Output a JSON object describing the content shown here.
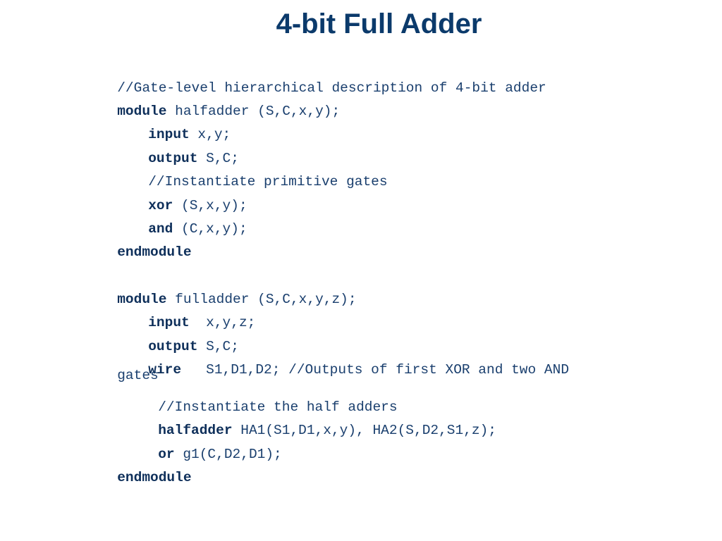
{
  "title": "4-bit Full Adder",
  "code": {
    "comment_header": "//Gate-level hierarchical description of 4-bit adder",
    "halfadder": {
      "kw_module": "module",
      "decl": " halfadder (S,C,x,y);",
      "kw_input": "input",
      "input_args": " x,y;",
      "kw_output": "output",
      "output_args": " S,C;",
      "comment": "//Instantiate primitive gates",
      "kw_xor": "xor",
      "xor_args": " (S,x,y);",
      "kw_and": "and",
      "and_args": " (C,x,y);",
      "kw_endmodule": "endmodule"
    },
    "fulladder": {
      "kw_module": "module",
      "decl": " fulladder (S,C,x,y,z);",
      "kw_input": "input",
      "input_args": "  x,y,z;",
      "kw_output": "output",
      "output_args": " S,C;",
      "kw_wire": "wire",
      "wire_args": "   S1,D1,D2; //Outputs of first XOR and two AND",
      "wire_wrap": "gates",
      "comment": "//Instantiate the half adders",
      "kw_halfadder": "halfadder",
      "halfadder_args": " HA1(S1,D1,x,y), HA2(S,D2,S1,z);",
      "kw_or": "or",
      "or_args": " g1(C,D2,D1);",
      "kw_endmodule": "endmodule"
    }
  }
}
